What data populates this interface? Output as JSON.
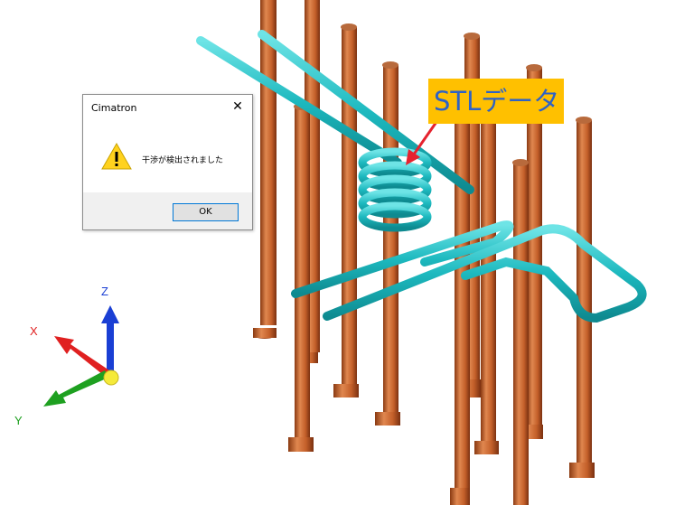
{
  "dialog": {
    "title": "Cimatron",
    "message": "干渉が検出されました",
    "ok_label": "OK",
    "close_glyph": "✕",
    "icon": "warning-icon"
  },
  "annotation": {
    "label": "STLデータ",
    "label_bg": "#ffc000",
    "label_color": "#2e62c5",
    "arrow_color": "#e5222e"
  },
  "axis_triad": {
    "x_label": "X",
    "y_label": "Y",
    "z_label": "Z",
    "x_color": "#e02020",
    "y_color": "#1ea020",
    "z_color": "#1a3fd4"
  },
  "model": {
    "pin_color": "#c4602a",
    "spring_color": "#1db9bf"
  }
}
